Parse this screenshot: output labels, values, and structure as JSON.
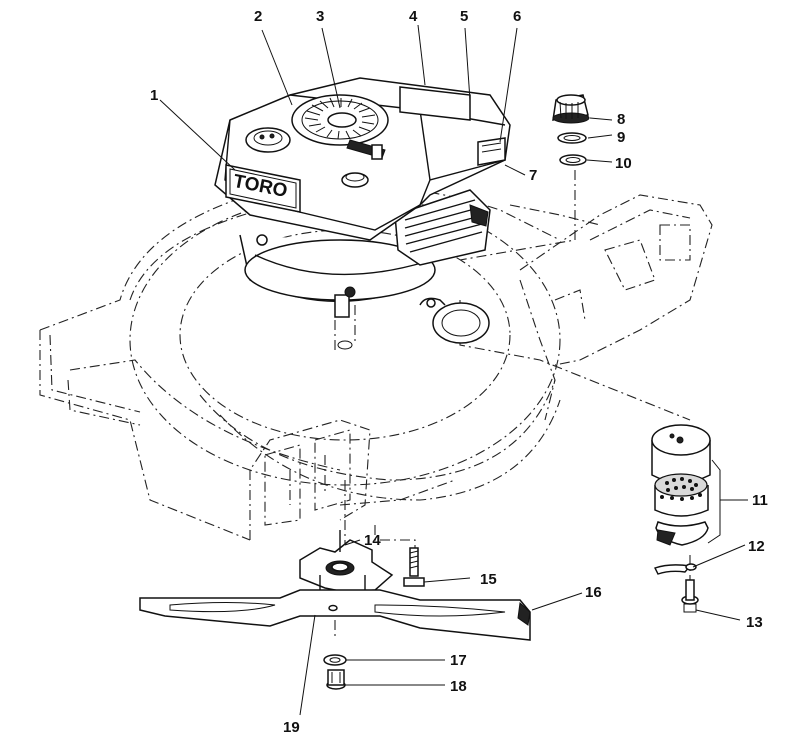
{
  "logo_text": "TORO",
  "callouts": [
    {
      "id": "1",
      "label": "1"
    },
    {
      "id": "2",
      "label": "2"
    },
    {
      "id": "3",
      "label": "3"
    },
    {
      "id": "4",
      "label": "4"
    },
    {
      "id": "5",
      "label": "5"
    },
    {
      "id": "6",
      "label": "6"
    },
    {
      "id": "7",
      "label": "7"
    },
    {
      "id": "8",
      "label": "8"
    },
    {
      "id": "9",
      "label": "9"
    },
    {
      "id": "10",
      "label": "10"
    },
    {
      "id": "11",
      "label": "11"
    },
    {
      "id": "12",
      "label": "12"
    },
    {
      "id": "13",
      "label": "13"
    },
    {
      "id": "14",
      "label": "14"
    },
    {
      "id": "15",
      "label": "15"
    },
    {
      "id": "16",
      "label": "16"
    },
    {
      "id": "17",
      "label": "17"
    },
    {
      "id": "18",
      "label": "18"
    },
    {
      "id": "19",
      "label": "19"
    }
  ]
}
